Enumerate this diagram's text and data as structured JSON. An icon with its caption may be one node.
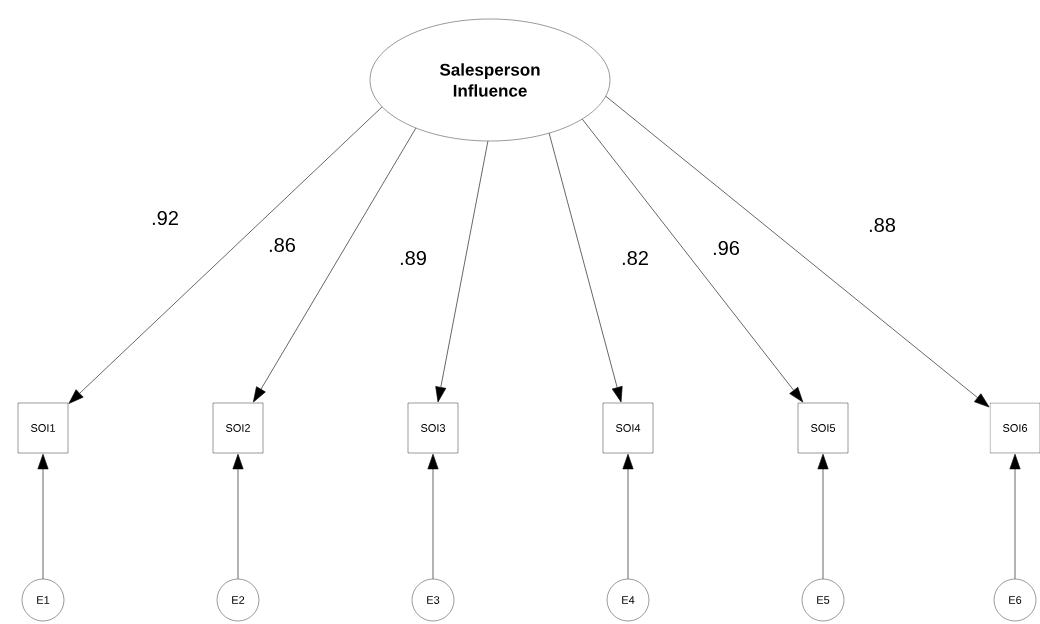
{
  "diagram": {
    "nodes": [
      {
        "text": [
          "Salesperson Influence"
        ]
      },
      {
        "text": [
          "SOI1"
        ]
      },
      {
        "text": [
          "SOI2"
        ]
      },
      {
        "text": [
          "SOI3"
        ]
      },
      {
        "text": [
          "SOI4"
        ]
      },
      {
        "text": [
          "SOI5"
        ]
      },
      {
        "text": [
          "SOI6"
        ]
      },
      {
        "text": [
          "E1"
        ]
      },
      {
        "text": [
          "E2"
        ]
      },
      {
        "text": [
          "E3"
        ]
      },
      {
        "text": [
          "E4"
        ]
      },
      {
        "text": [
          "E5"
        ]
      },
      {
        "text": [
          "E6"
        ]
      }
    ],
    "edges": [
      {
        "from": 0,
        "to": 1,
        "arrow": "to",
        "label": ".92"
      },
      {
        "from": 0,
        "to": 2,
        "arrow": "to",
        "label": ".86"
      },
      {
        "from": 0,
        "to": 3,
        "arrow": "to",
        "label": ".89"
      },
      {
        "from": 0,
        "to": 4,
        "arrow": "to",
        "label": ".82"
      },
      {
        "from": 0,
        "to": 5,
        "arrow": "to",
        "label": ".96"
      },
      {
        "from": 0,
        "to": 6,
        "arrow": "to",
        "label": ".88"
      },
      {
        "from": 7,
        "to": 1,
        "arrow": "to"
      },
      {
        "from": 8,
        "to": 2,
        "arrow": "to"
      },
      {
        "from": 9,
        "to": 3,
        "arrow": "to"
      },
      {
        "from": 10,
        "to": 4,
        "arrow": "to"
      },
      {
        "from": 11,
        "to": 5,
        "arrow": "to"
      },
      {
        "from": 12,
        "to": 6,
        "arrow": "to"
      }
    ]
  }
}
